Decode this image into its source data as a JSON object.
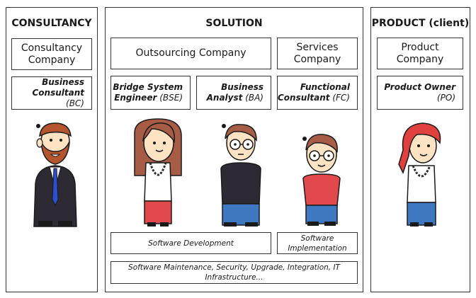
{
  "consultancy": {
    "heading": "CONSULTANCY",
    "company": [
      "Consultancy",
      "Company"
    ],
    "role": {
      "name": "Business",
      "name2": "Consultant",
      "abbr": "(BC)"
    }
  },
  "solution": {
    "heading": "SOLUTION",
    "outsourcing_company": "Outsourcing Company",
    "services_company": [
      "Services",
      "Company"
    ],
    "roles": [
      {
        "name": "Bridge System",
        "name2": "Engineer",
        "abbr": "(BSE)"
      },
      {
        "name": "Business",
        "name2": "Analyst",
        "abbr": "(BA)"
      },
      {
        "name": "Functional",
        "name2": "Consultant",
        "abbr": "(FC)"
      }
    ],
    "software_development": "Software Development",
    "software_implementation": [
      "Software",
      "Implementation"
    ],
    "maintenance": "Software Maintenance, Security, Upgrade, Integration, IT Infrastructure..."
  },
  "product": {
    "heading": "PRODUCT (client)",
    "company": [
      "Product",
      "Company"
    ],
    "role": {
      "name": "Product Owner",
      "abbr": "(PO)"
    }
  },
  "colors": {
    "beard": "#b5552e",
    "skin": "#fde3c4",
    "tie": "#2a4fd0",
    "suit": "#2e2a33",
    "brown_hair": "#a65c45",
    "red": "#e2494c",
    "blue": "#3e78c0",
    "dark": "#2e2a33",
    "headscarf": "#e0403e"
  }
}
